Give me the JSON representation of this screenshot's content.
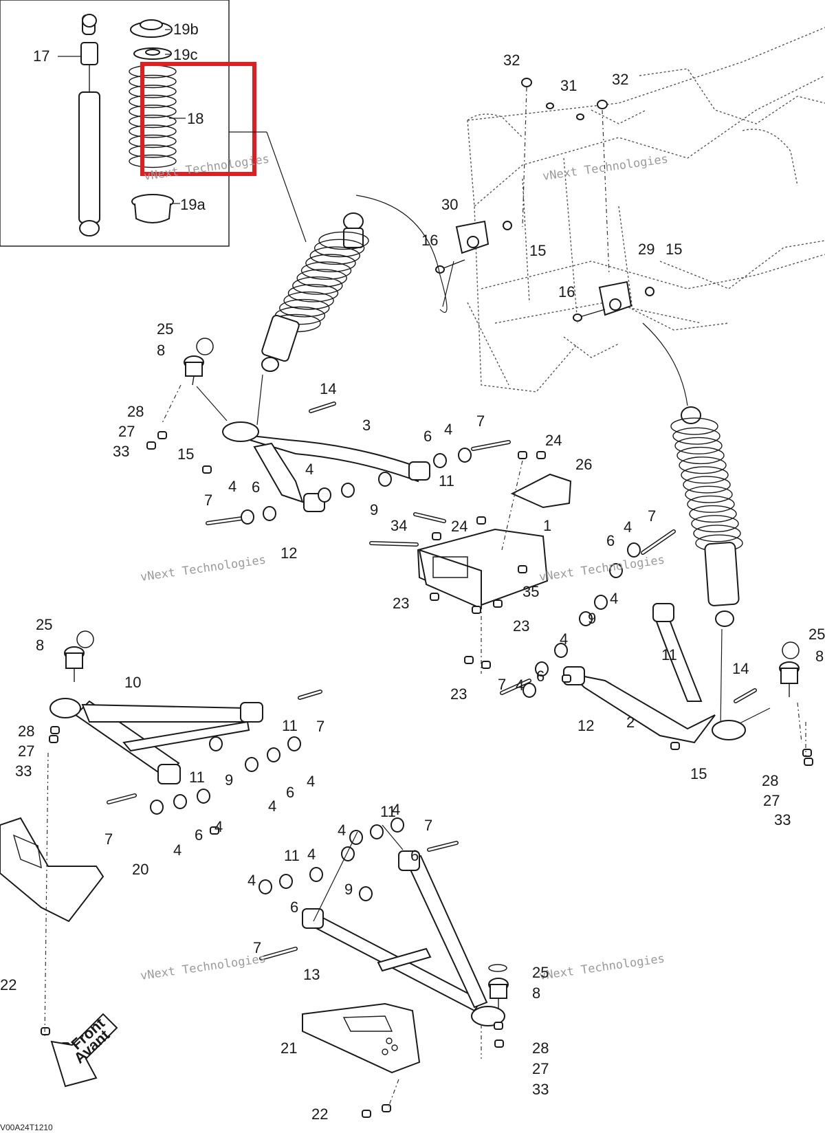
{
  "diagram": {
    "reference_code": "V00A24T1210",
    "watermark_line1": "vNext Technologies",
    "watermark_line2": "Technologies",
    "watermark_line0": "vNext",
    "direction_label_1": "Front",
    "direction_label_2": "Avant",
    "highlight_color": "#dd1f1f",
    "labels": [
      {
        "id": "l17",
        "text": "17"
      },
      {
        "id": "l19b",
        "text": "19b"
      },
      {
        "id": "l19c",
        "text": "19c"
      },
      {
        "id": "l18",
        "text": "18"
      },
      {
        "id": "l19a",
        "text": "19a"
      },
      {
        "id": "l32a",
        "text": "32"
      },
      {
        "id": "l31",
        "text": "31"
      },
      {
        "id": "l32b",
        "text": "32"
      },
      {
        "id": "l30",
        "text": "30"
      },
      {
        "id": "l16a",
        "text": "16"
      },
      {
        "id": "l15a",
        "text": "15"
      },
      {
        "id": "l29",
        "text": "29"
      },
      {
        "id": "l15b",
        "text": "15"
      },
      {
        "id": "l16b",
        "text": "16"
      },
      {
        "id": "l25a",
        "text": "25"
      },
      {
        "id": "l8a",
        "text": "8"
      },
      {
        "id": "l14a",
        "text": "14"
      },
      {
        "id": "l28a",
        "text": "28"
      },
      {
        "id": "l3",
        "text": "3"
      },
      {
        "id": "l7a",
        "text": "7"
      },
      {
        "id": "l27a",
        "text": "27"
      },
      {
        "id": "l6a",
        "text": "6"
      },
      {
        "id": "l4a",
        "text": "4"
      },
      {
        "id": "l24a",
        "text": "24"
      },
      {
        "id": "l33a",
        "text": "33"
      },
      {
        "id": "l15c",
        "text": "15"
      },
      {
        "id": "l26",
        "text": "26"
      },
      {
        "id": "l4b",
        "text": "4"
      },
      {
        "id": "l11a",
        "text": "11"
      },
      {
        "id": "l7b",
        "text": "7"
      },
      {
        "id": "l4c",
        "text": "4"
      },
      {
        "id": "l6b",
        "text": "6"
      },
      {
        "id": "l9a",
        "text": "9"
      },
      {
        "id": "l12a",
        "text": "12"
      },
      {
        "id": "l34",
        "text": "34"
      },
      {
        "id": "l24b",
        "text": "24"
      },
      {
        "id": "l1",
        "text": "1"
      },
      {
        "id": "l7c",
        "text": "7"
      },
      {
        "id": "l4d",
        "text": "4"
      },
      {
        "id": "l6c",
        "text": "6"
      },
      {
        "id": "l35",
        "text": "35"
      },
      {
        "id": "l23a",
        "text": "23"
      },
      {
        "id": "l4e",
        "text": "4"
      },
      {
        "id": "l23b",
        "text": "23"
      },
      {
        "id": "l9b",
        "text": "9"
      },
      {
        "id": "l25b",
        "text": "25"
      },
      {
        "id": "l8b",
        "text": "8"
      },
      {
        "id": "l10",
        "text": "10"
      },
      {
        "id": "l4f",
        "text": "4"
      },
      {
        "id": "l11b",
        "text": "11"
      },
      {
        "id": "l25c",
        "text": "25"
      },
      {
        "id": "l8c",
        "text": "8"
      },
      {
        "id": "l6d",
        "text": "6"
      },
      {
        "id": "l4g",
        "text": "4"
      },
      {
        "id": "l14b",
        "text": "14"
      },
      {
        "id": "l23c",
        "text": "23"
      },
      {
        "id": "l7d",
        "text": "7"
      },
      {
        "id": "l12b",
        "text": "12"
      },
      {
        "id": "l2",
        "text": "2"
      },
      {
        "id": "l28b",
        "text": "28"
      },
      {
        "id": "l7e",
        "text": "7"
      },
      {
        "id": "l11c",
        "text": "11"
      },
      {
        "id": "l27b",
        "text": "27"
      },
      {
        "id": "l33b",
        "text": "33"
      },
      {
        "id": "l9c",
        "text": "9"
      },
      {
        "id": "l15d",
        "text": "15"
      },
      {
        "id": "l4h",
        "text": "4"
      },
      {
        "id": "l6e",
        "text": "6"
      },
      {
        "id": "l28c",
        "text": "28"
      },
      {
        "id": "l27c",
        "text": "27"
      },
      {
        "id": "l33c",
        "text": "33"
      },
      {
        "id": "l7f",
        "text": "7"
      },
      {
        "id": "l11d",
        "text": "11"
      },
      {
        "id": "l4i",
        "text": "4"
      },
      {
        "id": "l4j",
        "text": "4"
      },
      {
        "id": "l6f",
        "text": "6"
      },
      {
        "id": "l4k",
        "text": "4"
      },
      {
        "id": "l11e",
        "text": "11"
      },
      {
        "id": "l4l",
        "text": "4"
      },
      {
        "id": "l4m",
        "text": "4"
      },
      {
        "id": "l7g",
        "text": "7"
      },
      {
        "id": "l6g",
        "text": "6"
      },
      {
        "id": "l20",
        "text": "20"
      },
      {
        "id": "l11f",
        "text": "11"
      },
      {
        "id": "l4n",
        "text": "4"
      },
      {
        "id": "l4o",
        "text": "4"
      },
      {
        "id": "l6h",
        "text": "6"
      },
      {
        "id": "l9d",
        "text": "9"
      },
      {
        "id": "l7h",
        "text": "7"
      },
      {
        "id": "l22a",
        "text": "22"
      },
      {
        "id": "l13",
        "text": "13"
      },
      {
        "id": "l25d",
        "text": "25"
      },
      {
        "id": "l8d",
        "text": "8"
      },
      {
        "id": "l21",
        "text": "21"
      },
      {
        "id": "l28d",
        "text": "28"
      },
      {
        "id": "l27d",
        "text": "27"
      },
      {
        "id": "l33d",
        "text": "33"
      },
      {
        "id": "l22b",
        "text": "22"
      }
    ]
  }
}
